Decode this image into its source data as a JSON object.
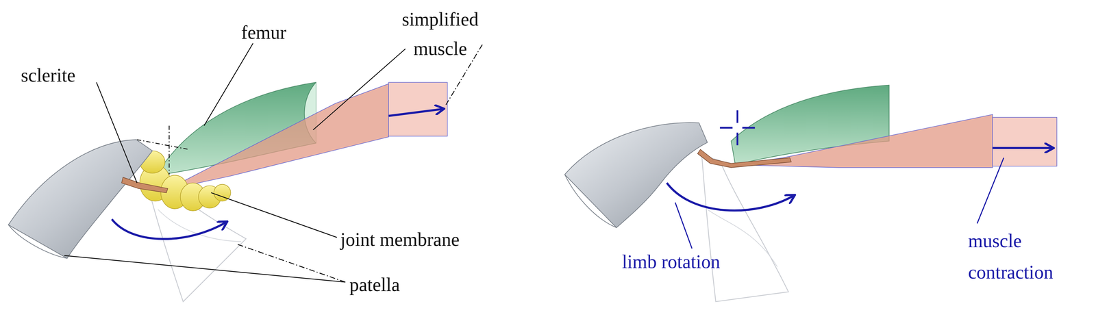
{
  "diagram": {
    "labels": [
      "sclerite",
      "femur",
      "simplified muscle",
      "joint membrane",
      "patella",
      "limb rotation",
      "muscle contraction"
    ]
  }
}
